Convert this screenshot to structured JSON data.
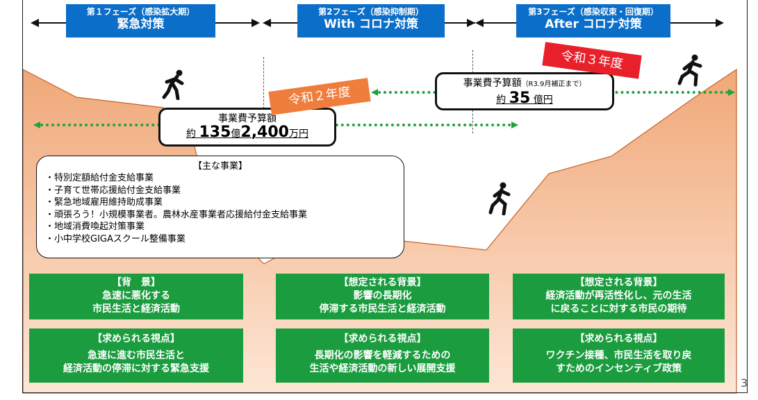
{
  "phases": [
    {
      "line1": "第１フェーズ（感染拡大期）",
      "line2": "緊急対策"
    },
    {
      "line1": "第2フェーズ（感染抑制期）",
      "line2": "With コロナ対策"
    },
    {
      "line1": "第3フェーズ（感染収束・回復期）",
      "line2": "After コロナ対策"
    }
  ],
  "budgets": {
    "b1": {
      "label": "事業費予算額",
      "prefix": "約 ",
      "big1": "135",
      "mid1": "億",
      "big2": "2,400",
      "suffix": "万円"
    },
    "b2": {
      "label": "事業費予算額",
      "note": "（R3.9月補正まで）",
      "prefix": "約 ",
      "big": "35",
      "suffix": " 億円"
    }
  },
  "years": {
    "r2": "令和２年度",
    "r3": "令和３年度"
  },
  "projects": {
    "heading": "【主な事業】",
    "items": [
      "・特別定額給付金支給事業",
      "・子育て世帯応援給付金支給事業",
      "・緊急地域雇用維持助成事業",
      "・頑張ろう！小規模事業者。農林水産事業者応援給付金支給事業",
      "・地域消費喚起対策事業",
      "・小中学校GIGAスクール整備事業"
    ]
  },
  "boxes": [
    {
      "heading": "【背　景】",
      "lines": [
        "急速に悪化する",
        "市民生活と経済活動"
      ]
    },
    {
      "heading": "【想定される背景】",
      "lines": [
        "影響の長期化",
        "停滞する市民生活と経済活動"
      ]
    },
    {
      "heading": "【想定される背景】",
      "lines": [
        "経済活動が再活性化し、元の生活",
        "に戻ることに対する市民の期待"
      ]
    },
    {
      "heading": "【求められる視点】",
      "lines": [
        "急速に進む市民生活と",
        "経済活動の停滞に対する緊急支援"
      ]
    },
    {
      "heading": "【求められる視点】",
      "lines": [
        "長期化の影響を軽減するための",
        "生活や経済活動の新しい展開支援"
      ]
    },
    {
      "heading": "【求められる視点】",
      "lines": [
        "ワクチン接種、市民生活を取り戻",
        "すためのインセンティブ政策"
      ]
    }
  ],
  "page_number": "3",
  "colors": {
    "phase_blue": "#0b6ec8",
    "terrain": "#f0a878",
    "year_orange": "#ef7d3c",
    "year_red": "#e8202a",
    "box_green": "#1b9c3f",
    "arrow_green": "#1ea33a"
  },
  "icons": [
    "runner-icon",
    "runner-icon",
    "runner-icon"
  ]
}
